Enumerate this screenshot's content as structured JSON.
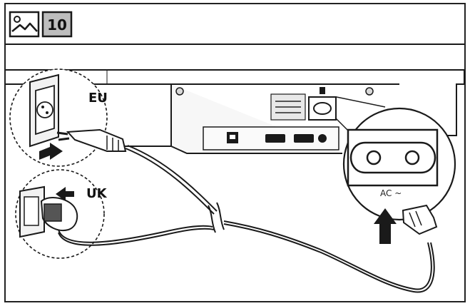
{
  "header": {
    "image_icon": "image-icon",
    "step_number": "10"
  },
  "labels": {
    "eu": "EU",
    "uk": "UK",
    "ac": "AC ~"
  },
  "colors": {
    "line": "#1a1a1a",
    "fill_light": "#f2f2f2",
    "fill_mid": "#cfcfcf",
    "step_box": "#bdbdbd"
  }
}
